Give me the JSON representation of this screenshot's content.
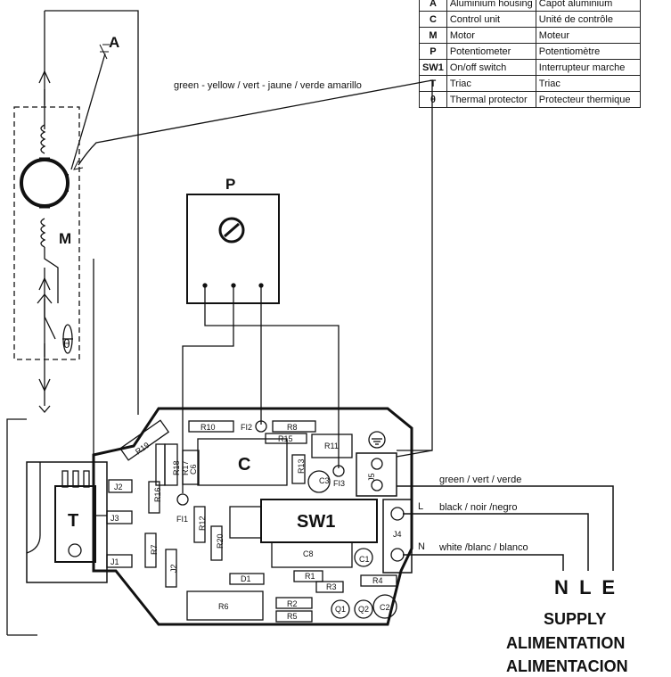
{
  "legend": [
    {
      "code": "A",
      "en": "Aluminium housing",
      "fr": "Capot aluminium"
    },
    {
      "code": "C",
      "en": "Control unit",
      "fr": "Unité de contrôle"
    },
    {
      "code": "M",
      "en": "Motor",
      "fr": "Moteur"
    },
    {
      "code": "P",
      "en": "Potentiometer",
      "fr": "Potentiomètre"
    },
    {
      "code": "SW1",
      "en": "On/off switch",
      "fr": "Interrupteur marche"
    },
    {
      "code": "T",
      "en": "Triac",
      "fr": "Triac"
    },
    {
      "code": "θ",
      "en": "Thermal protector",
      "fr": "Protecteur thermique"
    }
  ],
  "labels": {
    "housing": "A",
    "motor": "M",
    "thermal": "θ",
    "pot": "P",
    "control": "C",
    "switch": "SW1",
    "triac": "T",
    "ground_wire": "green - yellow / vert - jaune / verde amarillo",
    "wire_e": "green /  vert  / verde",
    "wire_l": "black / noir /negro",
    "wire_n": "white /blanc / blanco",
    "term_l": "L",
    "term_n": "N",
    "supply_letters": "N  L  E",
    "supply_en": "SUPPLY",
    "supply_fr": "ALIMENTATION",
    "supply_es": "ALIMENTACION"
  },
  "components": {
    "r10": "R10",
    "fi2": "FI2",
    "r8": "R8",
    "r15": "R15",
    "r19": "R19",
    "r11": "R11",
    "r18": "R18",
    "r17": "R17",
    "c6": "C6",
    "r13": "R13",
    "c3": "C3",
    "fi3": "FI3",
    "j5": "J5",
    "j2": "J2",
    "j3": "J3",
    "j1": "J1",
    "r16": "R16",
    "fi1": "FI1",
    "r12": "R12",
    "r20": "R20",
    "r7": "R7",
    "r2j": "J2",
    "c8": "C8",
    "c1": "C1",
    "j4": "J4",
    "d1": "D1",
    "r1": "R1",
    "r3": "R3",
    "r4": "R4",
    "r6": "R6",
    "r2": "R2",
    "r5": "R5",
    "q1": "Q1",
    "q2": "Q2",
    "c2": "C2"
  }
}
